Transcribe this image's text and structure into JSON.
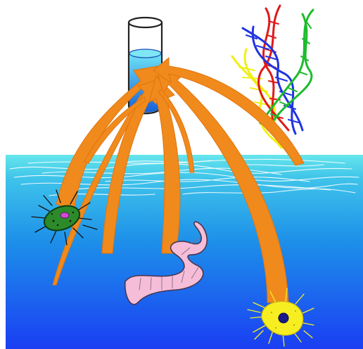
{
  "illustration": {
    "elements": [
      "test-tube",
      "dna-strands",
      "ocean",
      "arrows",
      "bacterium",
      "worm",
      "plankton-cell"
    ],
    "colors": {
      "ocean_top": "#5fe3ea",
      "ocean_mid": "#1d9be9",
      "ocean_bottom": "#1a3ef3",
      "arrow": "#f08a1c",
      "tube_liquid": "#1f9fe5",
      "bacterium": "#2d8a2a",
      "worm": "#f5bdd8",
      "plankton": "#f7ee22",
      "dna": [
        "#f0ef17",
        "#e01919",
        "#2034e0",
        "#1cbc2c"
      ]
    }
  }
}
